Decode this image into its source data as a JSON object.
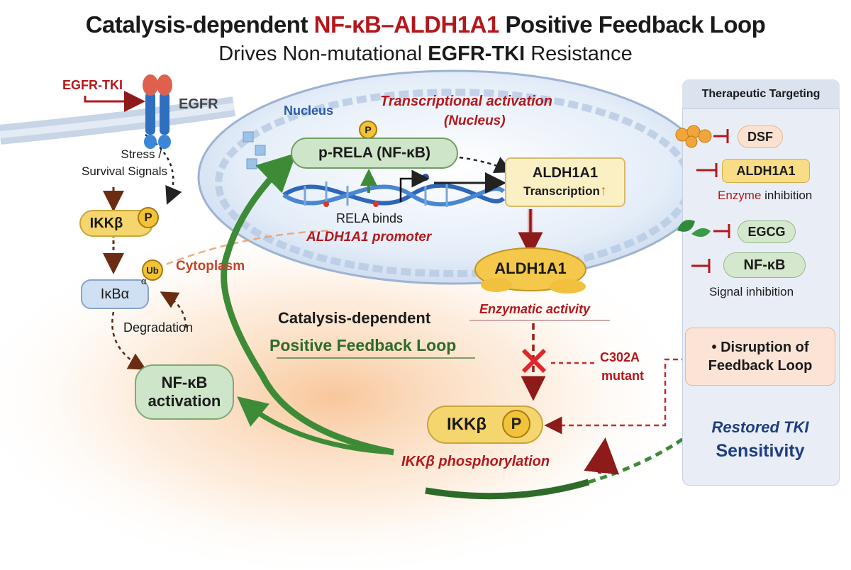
{
  "title": {
    "line1_a": "Catalysis-dependent",
    "line1_b": "NF-κB–ALDH1A1",
    "line1_c": "Positive Feedback Loop",
    "line2_a": "Drives Non-mutational",
    "line2_b": "EGFR-TKI",
    "line2_c": "Resistance"
  },
  "membrane": {
    "egfr_tki": "EGFR-TKI",
    "egfr": "EGFR",
    "stress_line1": "Stress /",
    "stress_line2": "Survival Signals"
  },
  "cytoplasm": {
    "ikkb_top": "IKKβ",
    "p_mark": "P",
    "ikba": "IκBα",
    "ub": "Ub",
    "alpha": "α",
    "cytoplasm_label": "Cytoplasm",
    "degradation": "Degradation",
    "nfkb_line1": "NF-κB",
    "nfkb_line2": "activation"
  },
  "nucleus": {
    "nucleus_label": "Nucleus",
    "transcriptional_line1": "Transcriptional activation",
    "transcriptional_line2": "(Nucleus)",
    "prela": "p-RELA (NF-κB)",
    "rela_binds": "RELA binds",
    "promoter": "ALDH1A1 promoter",
    "aldh_transcription_line1": "ALDH1A1",
    "aldh_transcription_line2": "Transcription",
    "up_arrow": "↑"
  },
  "center": {
    "aldh1a1_enzyme": "ALDH1A1",
    "enzymatic_activity": "Enzymatic  activity",
    "loop_line1": "Catalysis-dependent",
    "loop_line2": "Positive Feedback Loop",
    "c302a_line1": "C302A",
    "c302a_line2": "mutant",
    "ikkb_bottom": "IKKβ",
    "ikkb_phos": "IKKβ phosphorylation"
  },
  "therapeutic": {
    "header": "Therapeutic Targeting",
    "dsf": "DSF",
    "aldh1a1": "ALDH1A1",
    "enzyme_word": "Enzyme",
    "inhibition_word": "inhibition",
    "egcg": "EGCG",
    "nfkb": "NF-κB",
    "signal_inhibition": "Signal inhibition",
    "disruption_line1": "Disruption of",
    "disruption_line2": "Feedback Loop",
    "restored_line1": "Restored TKI",
    "restored_line2": "Sensitivity"
  },
  "colors": {
    "dark_red": "#b3181c",
    "green": "#3d8b37",
    "dark_green": "#2e6b2a",
    "navy": "#1e3e80",
    "gold": "#f2c338",
    "nucleus_blue": "#dbe7f6"
  }
}
